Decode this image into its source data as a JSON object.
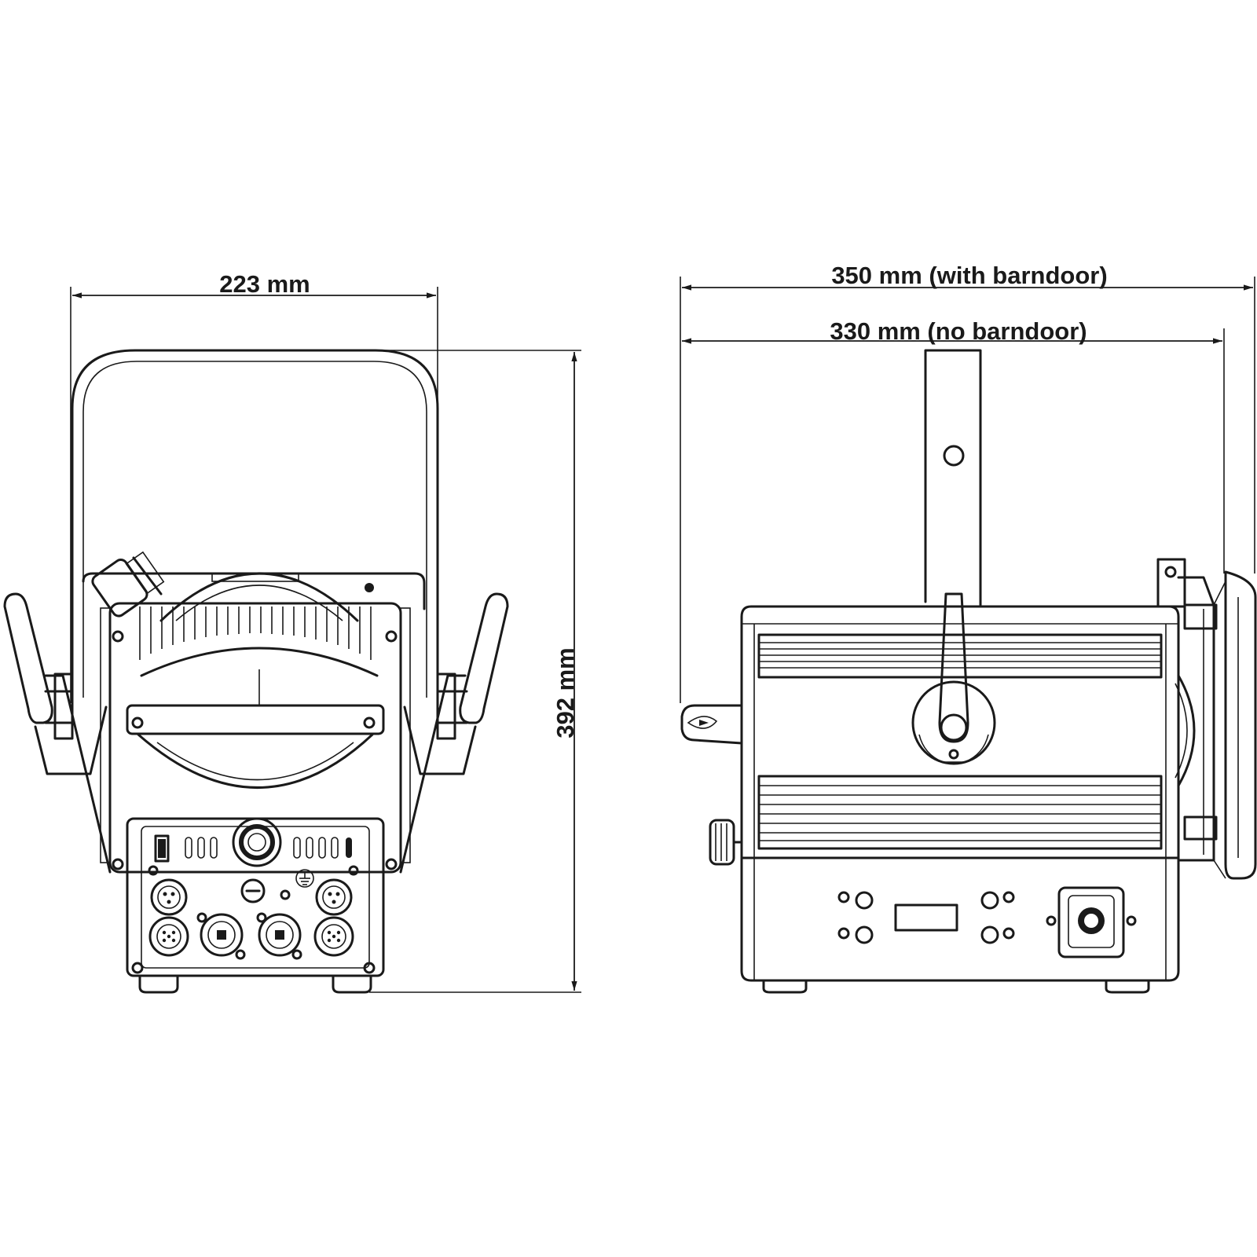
{
  "dimensions": {
    "width_front": "223 mm",
    "height": "392 mm",
    "length_with_barndoor": "350 mm (with barndoor)",
    "length_no_barndoor": "330 mm (no barndoor)"
  },
  "colors": {
    "line": "#1a1a1a",
    "background": "#ffffff"
  }
}
